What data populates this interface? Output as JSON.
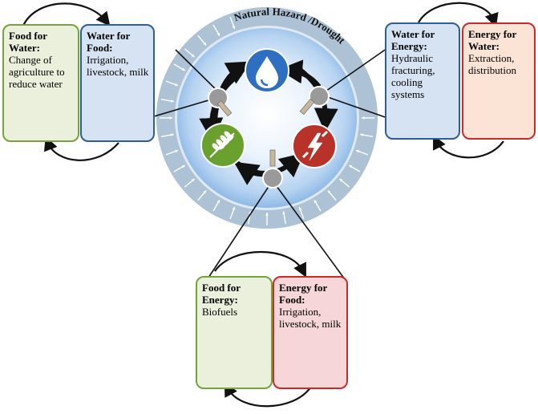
{
  "colors": {
    "ring_outer": "#aec2d6",
    "ring_inner_glow": "#8fbbe8",
    "water_node": "#2e6fc2",
    "food_node": "#6aa12e",
    "energy_node": "#b8322a",
    "connector": "#111111"
  },
  "icons": {
    "water": "water-drop-icon",
    "food": "wheat-icon",
    "energy": "power-plug-icon",
    "valve": "valve-icon"
  },
  "hazard": {
    "label": "Natural Hazard /Drought"
  },
  "boxes": {
    "food_for_water": {
      "head": "Food for Water:",
      "body": "Change of agriculture to reduce water"
    },
    "water_for_food": {
      "head": "Water for Food:",
      "body": "Irrigation, livestock, milk"
    },
    "water_for_energy": {
      "head": "Water for Energy:",
      "body": "Hydraulic fracturing, cooling systems"
    },
    "energy_for_water": {
      "head": "Energy for Water:",
      "body": "Extraction, distribution"
    },
    "food_for_energy": {
      "head": "Food for Energy:",
      "body": "Biofuels"
    },
    "energy_for_food": {
      "head": "Energy for Food:",
      "body": "Irrigation, livestock, milk"
    }
  }
}
